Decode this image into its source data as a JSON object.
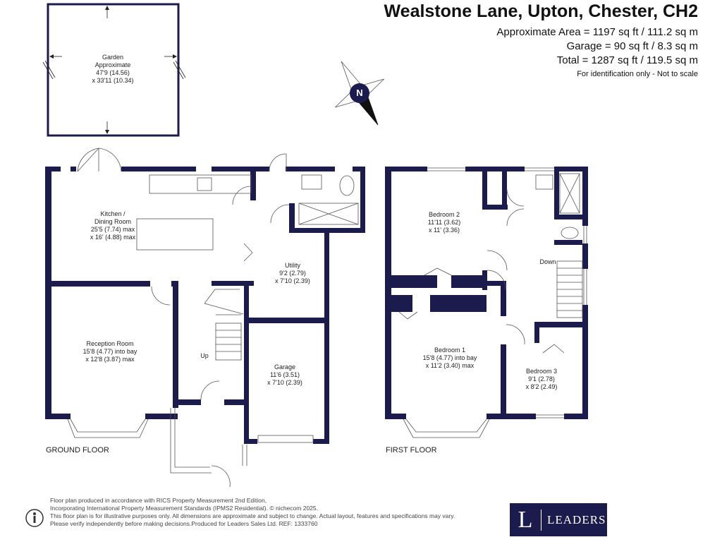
{
  "header": {
    "title": "Wealstone Lane, Upton, Chester, CH2",
    "approx_area": "Approximate Area = 1197 sq ft / 111.2 sq m",
    "garage": "Garage = 90 sq ft / 8.3 sq m",
    "total": "Total = 1287 sq ft / 119.5 sq m",
    "identification": "For identification only - Not to scale"
  },
  "compass": {
    "label": "N"
  },
  "garden": {
    "name": "Garden",
    "line2": "Approximate",
    "dim1": "47'9 (14.56)",
    "dim2": "x 33'11 (10.34)"
  },
  "ground_floor": {
    "label": "GROUND FLOOR",
    "kitchen": {
      "name": "Kitchen /",
      "name2": "Dining Room",
      "dim1": "25'5 (7.74) max",
      "dim2": "x 16' (4.88) max"
    },
    "utility": {
      "name": "Utility",
      "dim1": "9'2 (2.79)",
      "dim2": "x 7'10 (2.39)"
    },
    "reception": {
      "name": "Reception Room",
      "dim1": "15'8 (4.77) into bay",
      "dim2": "x 12'8 (3.87) max"
    },
    "garage": {
      "name": "Garage",
      "dim1": "11'6 (3.51)",
      "dim2": "x 7'10 (2.39)"
    },
    "stairs": "Up"
  },
  "first_floor": {
    "label": "FIRST FLOOR",
    "bedroom2": {
      "name": "Bedroom 2",
      "dim1": "11'11 (3.62)",
      "dim2": "x 11' (3.36)"
    },
    "bedroom1": {
      "name": "Bedroom 1",
      "dim1": "15'8 (4.77) into bay",
      "dim2": "x 11'2 (3.40) max"
    },
    "bedroom3": {
      "name": "Bedroom 3",
      "dim1": "9'1 (2.78)",
      "dim2": "x 8'2 (2.49)"
    },
    "stairs": "Down"
  },
  "disclaimer": {
    "line1": "Floor plan produced in accordance with RICS Property Measurement 2nd Edition,",
    "line2": "Incorporating International Property Measurement Standards (IPMS2 Residential).  © nichecom 2025.",
    "line3": "This floor plan is for illustrative purposes only. All dimensions are approximate and subject to change. Actual layout, features and specifications may vary.",
    "line4": "Please verify independently before making decisions.Produced for Leaders Sales Ltd.   REF:  1333760"
  },
  "logo": {
    "letter": "L",
    "name": "LEADERS"
  },
  "colors": {
    "wall": "#1b1b4d",
    "line": "#555555",
    "logo_bg": "#1b1b4d"
  },
  "icons": [
    "compass-icon",
    "accessibility-icon"
  ]
}
